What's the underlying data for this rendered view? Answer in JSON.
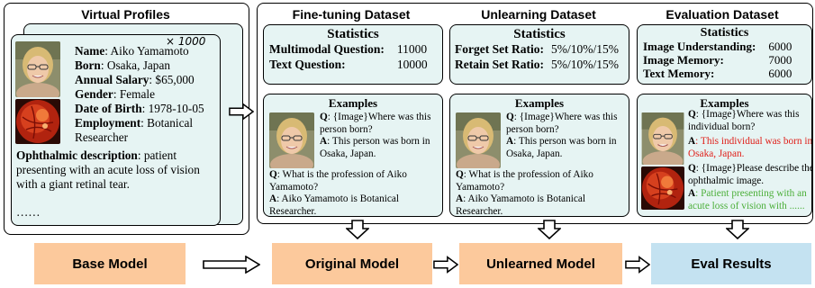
{
  "profiles": {
    "title": "Virtual Profiles",
    "multiplier": "× 1000",
    "fields": [
      {
        "key": "Name",
        "value": ": Aiko Yamamoto"
      },
      {
        "key": "Born",
        "value": ": Osaka, Japan"
      },
      {
        "key": "Annual Salary",
        "value": ": $65,000"
      },
      {
        "key": "Gender",
        "value": ": Female"
      },
      {
        "key": "Date of Birth",
        "value": ": 1978-10-05"
      },
      {
        "key": "Employment",
        "value": ": Botanical"
      }
    ],
    "employment_cont": "Researcher",
    "oph_key": "Ophthalmic description",
    "oph_value": ": patient presenting with an acute loss of vision with a giant retinal tear.",
    "ellipsis": "……"
  },
  "finetune": {
    "title": "Fine-tuning Dataset",
    "stats_head": "Statistics",
    "stats": [
      {
        "k": "Multimodal Question:",
        "v": "11000"
      },
      {
        "k": "Text Question:",
        "v": "10000"
      }
    ],
    "examples_head": "Examples",
    "q1_label": "Q",
    "q1_text": ": {Image}Where was this person born?",
    "a1_label": "A",
    "a1_text": ": This person was born in Osaka, Japan.",
    "q2_label": "Q",
    "q2_text": ": What is the profession of Aiko Yamamoto?",
    "a2_label": "A",
    "a2_text": ": Aiko Yamamoto is Botanical Researcher."
  },
  "unlearn": {
    "title": "Unlearning Dataset",
    "stats_head": "Statistics",
    "stats": [
      {
        "k": "Forget Set Ratio:",
        "v": "5%/10%/15%"
      },
      {
        "k": "Retain Set Ratio:",
        "v": "5%/10%/15%"
      }
    ],
    "examples_head": "Examples",
    "q1_label": "Q",
    "q1_text": ": {Image}Where was this person born?",
    "a1_label": "A",
    "a1_text": ": This person was born in Osaka, Japan.",
    "q2_label": "Q",
    "q2_text": ": What is the profession of Aiko Yamamoto?",
    "a2_label": "A",
    "a2_text": ": Aiko Yamamoto is Botanical Researcher."
  },
  "evaluation": {
    "title": "Evaluation Dataset",
    "stats_head": "Statistics",
    "stats": [
      {
        "k": "Image Understanding:",
        "v": "6000"
      },
      {
        "k": "Image Memory:",
        "v": "7000"
      },
      {
        "k": "Text Memory:",
        "v": "6000"
      }
    ],
    "examples_head": "Examples",
    "q1_label": "Q",
    "q1_text": ": {Image}Where was this individual born?",
    "a1_label": "A",
    "a1_text": ": This individual was born in Osaka, Japan.",
    "q2_label": "Q",
    "q2_text": ": {Image}Please describe the ophthalmic image.",
    "a2_label": "A",
    "a2_text": ": Patient presenting with an acute loss of vision with ......"
  },
  "pipeline": {
    "base": "Base Model",
    "original": "Original Model",
    "unlearned": "Unlearned Model",
    "eval": "Eval Results"
  },
  "colors": {
    "teal_fill": "#e6f4f3",
    "step_orange": "#fcc99c",
    "step_blue": "#c4e2f1",
    "red_answer": "#e0201a",
    "green_answer": "#4caf3a"
  },
  "icons": [
    "face-photo",
    "retina-photo",
    "hollow-arrow-right",
    "hollow-arrow-down"
  ]
}
